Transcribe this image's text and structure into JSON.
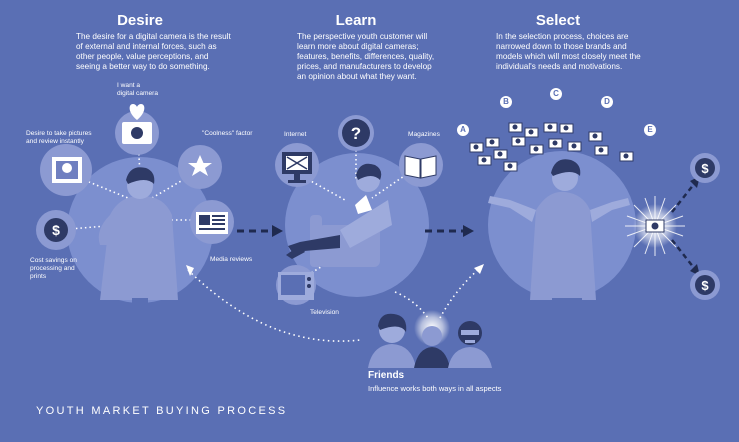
{
  "stages": {
    "desire": {
      "title": "Desire",
      "body": "The desire for a digital camera is the result of external and internal forces, such as other people, value perceptions, and seeing a better way to do something."
    },
    "learn": {
      "title": "Learn",
      "body": "The perspective youth customer will learn more about digital cameras; features, benefits, differences, quality, prices, and manufacturers to develop an opinion about what they want."
    },
    "select": {
      "title": "Select",
      "body": "In the selection process, choices are narrowed down to those brands and models which will most closely meet the individual's needs and motivations."
    }
  },
  "desire_labels": {
    "want": "I want a digital camera",
    "pictures": "Desire to take pictures and review instantly",
    "coolness": "\"Coolness\" factor",
    "media": "Media reviews",
    "savings": "Cost savings on processing and prints"
  },
  "learn_labels": {
    "internet": "Internet",
    "magazines": "Magazines",
    "television": "Television"
  },
  "select_letters": [
    "A",
    "B",
    "C",
    "D",
    "E"
  ],
  "friends": {
    "title": "Friends",
    "caption": "Influence works both ways in all aspects"
  },
  "footer": "YOUTH MARKET BUYING PROCESS",
  "icons": [
    "heart-icon",
    "camera-icon",
    "star-icon",
    "dollar-icon",
    "photo-icon",
    "newspaper-icon",
    "computer-icon",
    "question-icon",
    "book-icon",
    "television-icon"
  ],
  "colors": {
    "background": "#5a6fb4",
    "circle": "#7c8fcf",
    "figure_dark": "#2e3a66",
    "text": "#ffffff"
  }
}
